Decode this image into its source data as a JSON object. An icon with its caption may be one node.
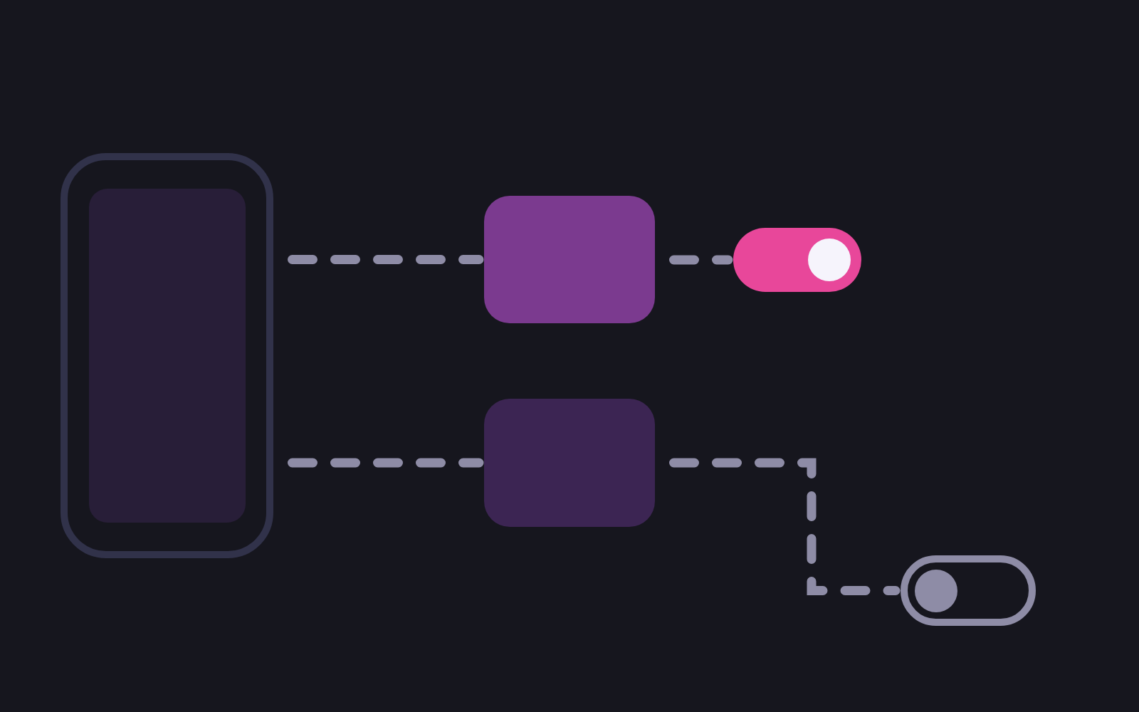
{
  "diagram": {
    "nodes": [
      {
        "text": [],
        "shape": "box"
      },
      {
        "text": [],
        "shape": "box",
        "in": 0
      },
      {
        "text": [],
        "shape": "box"
      },
      {
        "text": [],
        "shape": "box"
      },
      {
        "text": [],
        "shape": "toggle"
      },
      {
        "text": [],
        "shape": "toggle"
      }
    ],
    "edges": [
      {
        "from": 0,
        "to": 2,
        "arrow": "none",
        "style": "dashed"
      },
      {
        "from": 2,
        "to": 4,
        "arrow": "none",
        "style": "dashed"
      },
      {
        "from": 0,
        "to": 3,
        "arrow": "none",
        "style": "dashed"
      },
      {
        "from": 3,
        "to": 5,
        "arrow": "none",
        "style": "dashed"
      }
    ]
  }
}
